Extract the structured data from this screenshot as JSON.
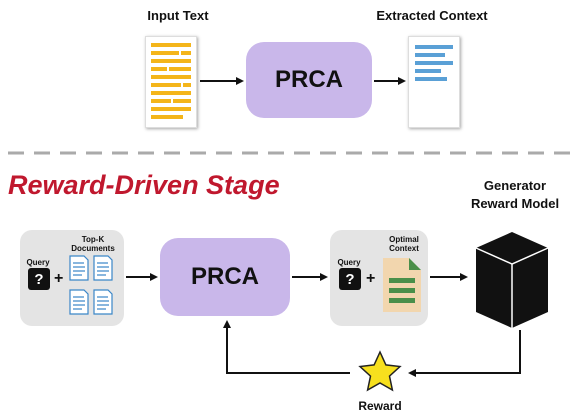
{
  "top": {
    "input_label": "Input Text",
    "output_label": "Extracted Context",
    "prca_label": "PRCA"
  },
  "stage": {
    "title": "Reward-Driven Stage"
  },
  "bottom": {
    "query_label": "Query",
    "topk_label_line1": "Top-K",
    "topk_label_line2": "Documents",
    "prca_label": "PRCA",
    "query2_label": "Query",
    "optimal_label_line1": "Optimal",
    "optimal_label_line2": "Context",
    "question_glyph": "?",
    "plus_glyph": "+",
    "generator_label_line1": "Generator",
    "generator_label_line2": "Reward Model",
    "reward_label": "Reward"
  },
  "colors": {
    "prca": "#c9b7ea",
    "input_lines": "#f4b51a",
    "output_lines": "#5aa0d6",
    "stage_title": "#c0182e",
    "panel": "#e4e4e4"
  }
}
